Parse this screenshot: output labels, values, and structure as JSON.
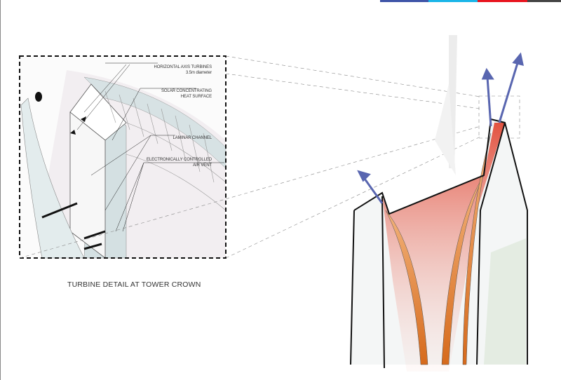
{
  "colors": {
    "bar_blue": "#3f55a8",
    "bar_cyan": "#1ab5e8",
    "bar_red": "#e8141e",
    "bar_dark": "#444444",
    "vent_red": "#e0402c",
    "flow_orange": "#e88a3c",
    "arrow_blue": "#5966b0"
  },
  "detail": {
    "labels": [
      {
        "line1": "HORIZONTAL AXIS TURBINES",
        "line2": "3.5m diameter"
      },
      {
        "line1": "SOLAR CONCENTRATING",
        "line2": "HEAT SURFACE"
      },
      {
        "line1": "LAMINAR CHANNEL",
        "line2": ""
      },
      {
        "line1": "ELECTRONICALLY CONTROLLED",
        "line2": "AIR VENT"
      }
    ],
    "caption": "TURBINE DETAIL AT TOWER CROWN"
  }
}
